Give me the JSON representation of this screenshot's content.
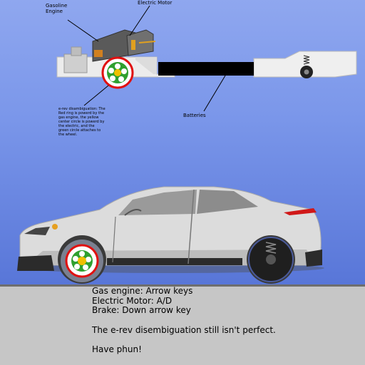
{
  "diagram": {
    "label_gasoline": "Gasoline\nEngine",
    "label_motor": "Electric Motor",
    "label_batteries": "Batteries",
    "note": "e-rev disambiguation: The Red ring is powerd by the gas engine, the yellow center circle is powerd by the electric, and the green circle attaches to the wheel."
  },
  "controls": {
    "line1": "Gas engine: Arrow keys",
    "line2": "Electric Motor: A/D",
    "line3": "Brake: Down arrow key",
    "line4": "The e-rev disembiguation still isn't perfect.",
    "line5": "Have phun!"
  },
  "colors": {
    "ring": "#e01010",
    "gear": "#2fa02f",
    "core": "#f0c000",
    "battery": "#000000"
  }
}
